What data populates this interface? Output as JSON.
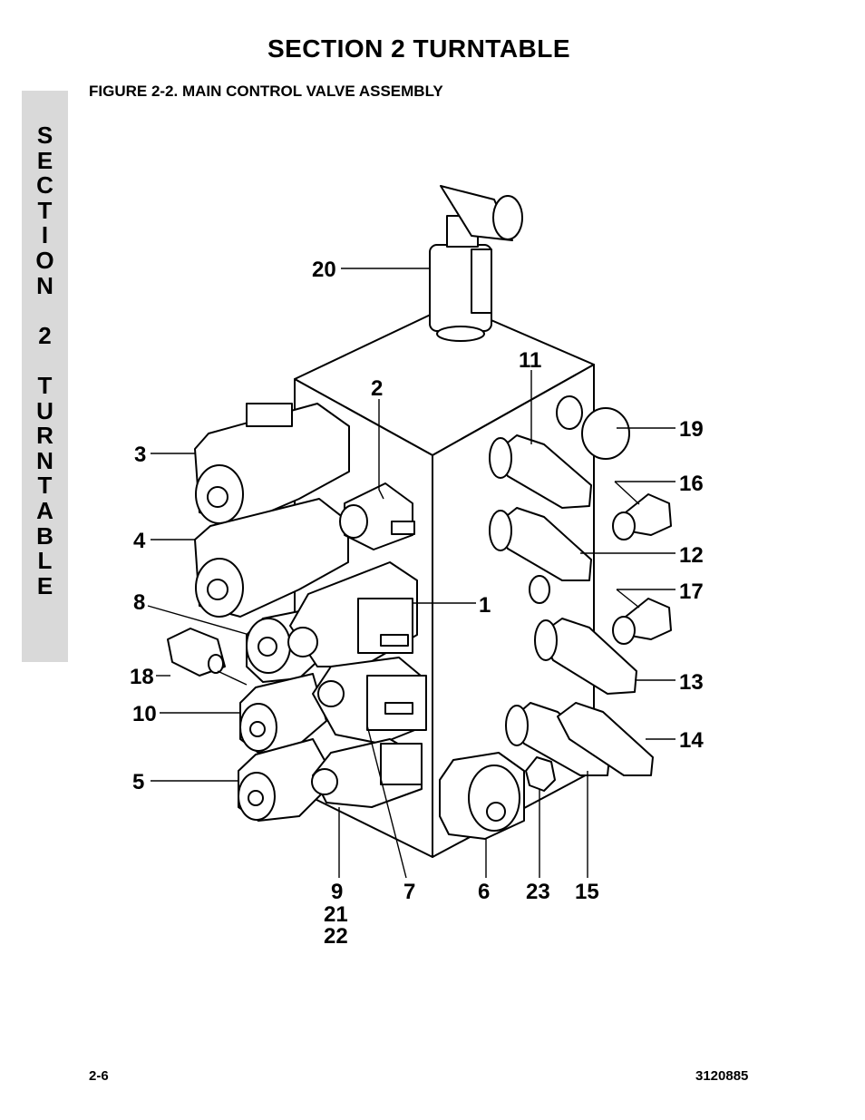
{
  "header": {
    "title": "SECTION 2  TURNTABLE"
  },
  "figure": {
    "title": "FIGURE 2-2.    MAIN CONTROL VALVE ASSEMBLY"
  },
  "side_tab": {
    "letters": [
      "S",
      "E",
      "C",
      "T",
      "I",
      "O",
      "N",
      " ",
      "2",
      " ",
      "T",
      "U",
      "R",
      "N",
      "T",
      "A",
      "B",
      "L",
      "E"
    ]
  },
  "callouts": {
    "c1": "1",
    "c2": "2",
    "c3": "3",
    "c4": "4",
    "c5": "5",
    "c6": "6",
    "c7": "7",
    "c8": "8",
    "c9": "9",
    "c10": "10",
    "c11": "11",
    "c12": "12",
    "c13": "13",
    "c14": "14",
    "c15": "15",
    "c16": "16",
    "c17": "17",
    "c18": "18",
    "c19": "19",
    "c20": "20",
    "c21": "21",
    "c22": "22",
    "c23": "23"
  },
  "footer": {
    "page_number": "2-6",
    "doc_number": "3120885"
  }
}
